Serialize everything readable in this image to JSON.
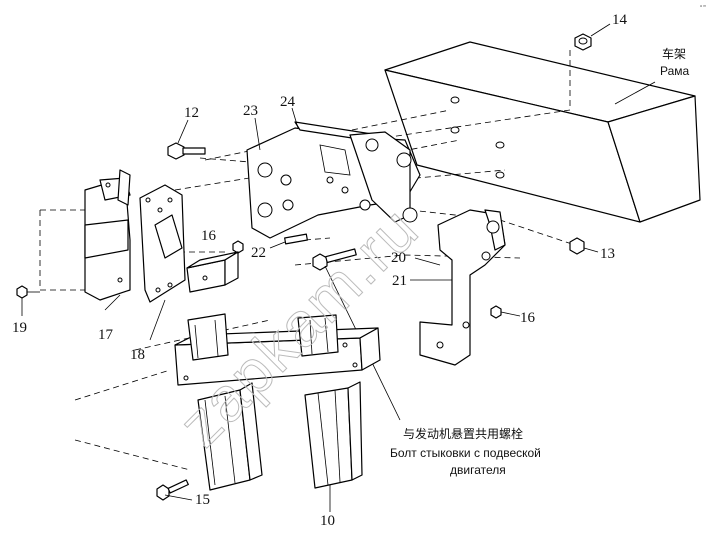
{
  "labels": {
    "p14": "14",
    "p12": "12",
    "p23": "23",
    "p24": "24",
    "p16a": "16",
    "p22": "22",
    "p20": "20",
    "p21": "21",
    "p13": "13",
    "p16b": "16",
    "p19": "19",
    "p17": "17",
    "p18": "18",
    "p15": "15",
    "p10": "10"
  },
  "frame": {
    "label_cn": "车架",
    "label_ru": "Рама"
  },
  "note": {
    "line_cn": "与发动机悬置共用螺栓",
    "line_ru1": "Болт стыковки с подвеской",
    "line_ru2": "двигателя"
  },
  "watermark": "zapkam.ru",
  "corner_mark": "ᵃ ᵐ"
}
